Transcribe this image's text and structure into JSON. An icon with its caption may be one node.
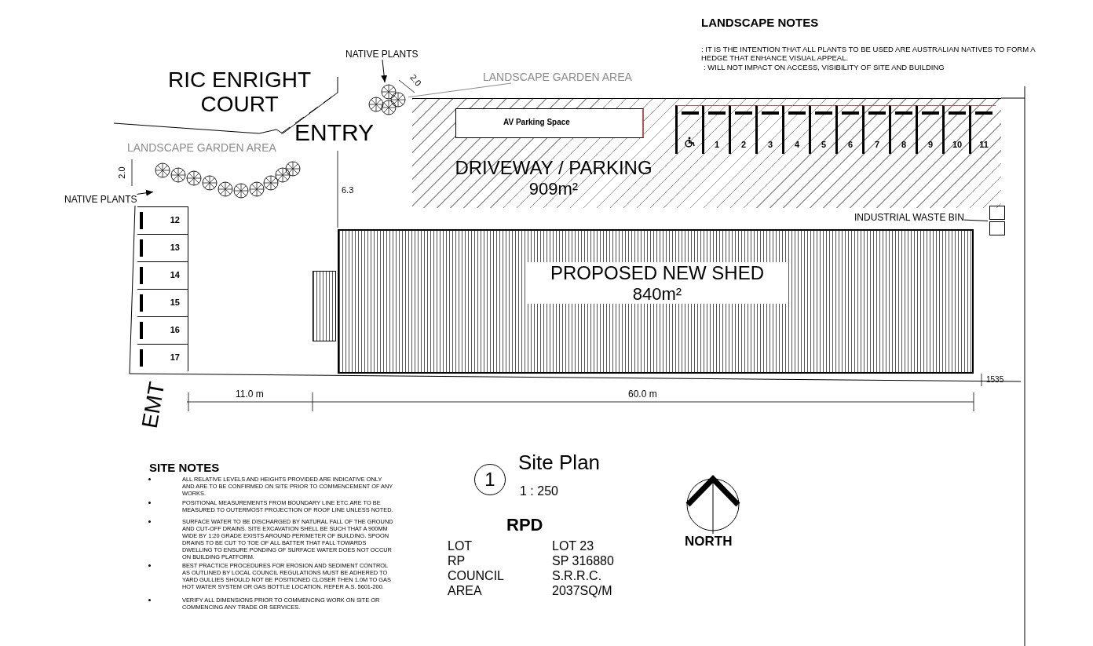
{
  "diagram": {
    "title": "Site Plan",
    "nodes": [
      {
        "text": [
          "DRIVEWAY / PARKING",
          "909m²"
        ]
      },
      {
        "text": [
          "AV Parking Space"
        ],
        "in": 0
      },
      {
        "text": [],
        "shape": "box",
        "in": 0
      },
      {
        "text": [
          "1"
        ],
        "in": 0
      },
      {
        "text": [
          "2"
        ],
        "in": 0
      },
      {
        "text": [
          "3"
        ],
        "in": 0
      },
      {
        "text": [
          "4"
        ],
        "in": 0
      },
      {
        "text": [
          "5"
        ],
        "in": 0
      },
      {
        "text": [
          "6"
        ],
        "in": 0
      },
      {
        "text": [
          "7"
        ],
        "in": 0
      },
      {
        "text": [
          "8"
        ],
        "in": 0
      },
      {
        "text": [
          "9"
        ],
        "in": 0
      },
      {
        "text": [
          "10"
        ],
        "in": 0
      },
      {
        "text": [
          "11"
        ],
        "in": 0
      },
      {
        "text": [
          "PROPOSED NEW SHED",
          "840m²"
        ]
      },
      {
        "text": [
          "12"
        ]
      },
      {
        "text": [
          "13"
        ]
      },
      {
        "text": [
          "14"
        ]
      },
      {
        "text": [
          "15"
        ]
      },
      {
        "text": [
          "16"
        ]
      },
      {
        "text": [
          "17"
        ]
      },
      {
        "text": [
          "NATIVE PLANTS"
        ]
      },
      {
        "text": [],
        "shape": "picture"
      },
      {
        "text": [
          "LANDSCAPE GARDEN AREA"
        ]
      },
      {
        "text": [
          "NATIVE PLANTS"
        ]
      },
      {
        "text": [],
        "shape": "picture"
      },
      {
        "text": [
          "INDUSTRIAL WASTE BIN"
        ]
      },
      {
        "text": [],
        "shape": "box"
      },
      {
        "text": [],
        "shape": "box"
      }
    ],
    "edges": [
      {
        "from": 21,
        "to": 22,
        "arrow": "to"
      },
      {
        "from": 24,
        "to": 25,
        "arrow": "to"
      },
      {
        "from": 23,
        "to": 22,
        "arrow": "none",
        "color": "#8c8c8c"
      },
      {
        "from": 26,
        "to": 27,
        "arrow": "none"
      }
    ],
    "labels": [
      "LANDSCAPE NOTES",
      ": IT IS THE INTENTION THAT ALL PLANTS TO BE USED ARE AUSTRALIAN NATIVES TO FORM A HEDGE THAT ENHANCE VISUAL APPEAL.",
      ": WILL NOT IMPACT ON ACCESS, VISIBILITY OF SITE AND BUILDING",
      "RIC ENRIGHT COURT",
      "ENTRY",
      "LANDSCAPE GARDEN AREA",
      "2.0",
      "2.0",
      "6.3",
      "1535",
      "EMT",
      "11.0 m",
      "60.0 m",
      "1",
      "1 : 250",
      "NORTH",
      "RPD",
      "LOT",
      "LOT 23",
      "RP",
      "SP 316880",
      "COUNCIL",
      "S.R.R.C.",
      "AREA",
      "2037SQ/M",
      "SITE NOTES",
      "ALL RELATIVE LEVELS AND HEIGHTS PROVIDED ARE INDICATIVE ONLY AND ARE TO BE CONFIRMED ON SITE PRIOR TO COMMENCEMENT OF ANY WORKS.",
      "POSITIONAL MEASUREMENTS FROM BOUNDARY LINE ETC.ARE TO BE MEASURED TO OUTERMOST PROJECTION OF ROOF LINE UNLESS NOTED.",
      "SURFACE WATER TO BE DISCHARGED BY NATURAL FALL OF THE GROUND AND CUT-OFF DRAINS. SITE EXCAVATION SHELL BE SUCH THAT A 900MM WIDE BY 1:20 GRADE EXISTS AROUND PERIMETER OF BUILDING. SPOON DRAINS TO BE CUT TO TOE OF ALL BATTER THAT FALL TOWARDS DWELLING TO ENSURE PONDING OF SURFACE WATER DOES NOT OCCUR ON BUILDING PLATFORM.",
      "BEST PRACTICE PROCEDURES  FOR EROSION AND SEDIMENT CONTROL AS OUTLINED BY LOCAL COUNCIL REGULATIONS MUST BE ADHERED TO YARD GULLIES SHOULD NOT BE POSITIONED CLOSER THEN 1.0M TO GAS HOT WATER SYSTEM OR GAS BOTTLE LOCATION. REFER A.S. 5601-200.",
      "VERIFY ALL DIMENSIONS PRIOR TO COMMENCING WORK ON SITE OR COMMENCING ANY TRADE OR SERVICES."
    ]
  }
}
